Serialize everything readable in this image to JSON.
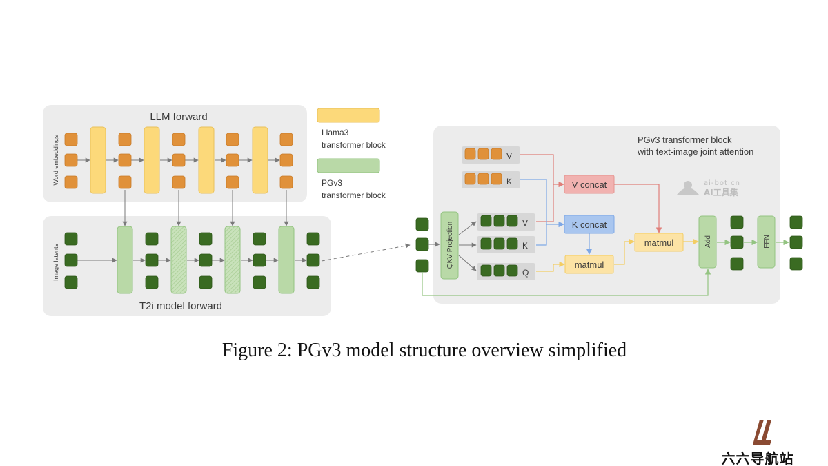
{
  "left": {
    "llm_title": "LLM forward",
    "word_embeddings": "Word embeddings",
    "image_latents": "Image latents",
    "t2i_title": "T2i model forward"
  },
  "legend": {
    "llama_line1": "Llama3",
    "llama_line2": "transformer block",
    "pgv3_line1": "PGv3",
    "pgv3_line2": "transformer block"
  },
  "right": {
    "title_line1": "PGv3 transformer block",
    "title_line2": "with text-image joint attention",
    "v_label": "V",
    "k_label": "K",
    "q_label": "Q",
    "qkv_projection": "QKV Projection",
    "v_concat": "V concat",
    "k_concat": "K concat",
    "matmul": "matmul",
    "add": "Add",
    "ffn": "FFN"
  },
  "caption": "Figure 2: PGv3 model structure overview simplified",
  "watermark": {
    "line1": "ai-bot.cn",
    "line2": "AI工具集"
  },
  "site": {
    "name": "六六导航站"
  },
  "colors": {
    "orange": "#e0913a",
    "dark_green": "#3a6b22",
    "llama_yellow": "#fcd97a",
    "pgv3_green": "#b9d9a7",
    "v_concat_red": "#f1b2b0",
    "k_concat_blue": "#a9c6ef",
    "matmul_yellow": "#fce3a5"
  }
}
